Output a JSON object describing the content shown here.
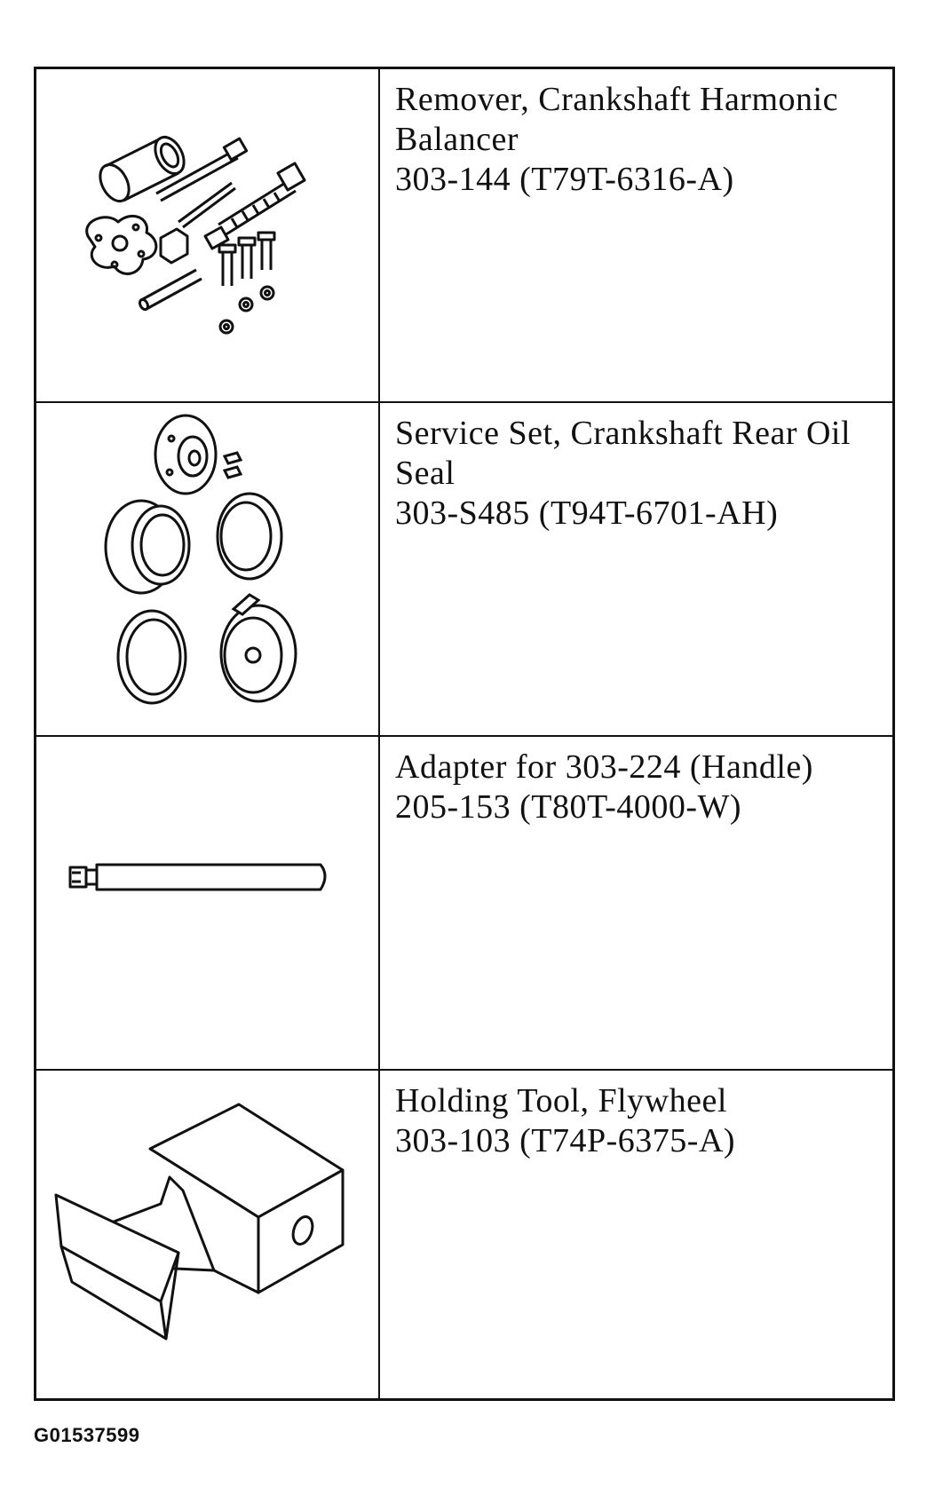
{
  "tools": [
    {
      "name_lines": [
        "Remover, Crankshaft Harmonic",
        "Balancer"
      ],
      "part_number": "303-144 (T79T-6316-A)",
      "icon": "harmonic-balancer-remover-kit-illustration"
    },
    {
      "name_lines": [
        "Service Set, Crankshaft Rear Oil",
        "Seal"
      ],
      "part_number": "303-S485 (T94T-6701-AH)",
      "icon": "rear-oil-seal-service-set-illustration"
    },
    {
      "name_lines": [
        "Adapter for 303-224 (Handle)"
      ],
      "part_number": "205-153 (T80T-4000-W)",
      "icon": "handle-adapter-illustration"
    },
    {
      "name_lines": [
        "Holding Tool, Flywheel"
      ],
      "part_number": "303-103 (T74P-6375-A)",
      "icon": "flywheel-holding-tool-illustration"
    }
  ],
  "figure_id": "G01537599"
}
